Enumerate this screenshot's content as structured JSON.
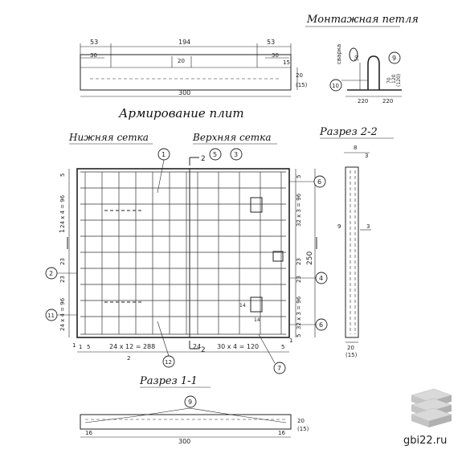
{
  "titles": {
    "mounting_loop": "Монтажная петля",
    "reinforcement": "Армирование плит",
    "bottom_mesh": "Нижняя сетка",
    "top_mesh": "Верхняя сетка",
    "section_22": "Разрез 2-2",
    "section_11": "Разрез 1-1"
  },
  "top_view": {
    "dim_53_left": "53",
    "dim_194": "194",
    "dim_53_right": "53",
    "dim_30_left": "30",
    "dim_30_right": "30",
    "dim_20_mid": "20",
    "dim_15": "15",
    "dim_20_right": "20",
    "dim_15_paren": "(15)",
    "dim_300": "300"
  },
  "loop": {
    "weld": "сварка",
    "d50": "50",
    "d70": "70",
    "d120": "120",
    "d120p": "(120)",
    "d220a": "220",
    "d220b": "220",
    "tag_9": "9",
    "tag_10": "10"
  },
  "plan": {
    "tags": {
      "t1": "1",
      "t2": "2",
      "t3": "3",
      "t4": "4",
      "t5": "5",
      "t6": "6",
      "t6b": "6",
      "t7": "7",
      "t11": "11",
      "t12": "12"
    },
    "section_mark_2_top": "2",
    "section_mark_2_bottom": "2",
    "section_mark_1": "1",
    "left_dims": {
      "d5": "5",
      "d24x4": "24 x 4 = 96",
      "d23a": "23",
      "d23b": "23",
      "d24x4b": "24 x 4 = 96",
      "d1": "1"
    },
    "right_dims": {
      "d5": "5",
      "d32x3": "32 x 3 = 96",
      "d23a": "23",
      "d23b": "23",
      "d32x3b": "32 x 3 = 96",
      "d5b": "5"
    },
    "bottom_dims": {
      "d1": "1",
      "d5": "5",
      "d24x12": "24 x 12 = 288",
      "d24": "24",
      "d30x4": "30 x 4 = 120",
      "d5b": "5",
      "d1b": "1",
      "d2": "2"
    },
    "inner_14a": "14",
    "inner_14b": "14",
    "dim_250": "250"
  },
  "section22": {
    "d8": "8",
    "d3": "3",
    "d3b": "3",
    "d9": "9",
    "d20": "20",
    "d15": "(15)"
  },
  "section11": {
    "tag_9": "9",
    "d20": "20",
    "d15": "(15)",
    "d16a": "16",
    "d16b": "16",
    "d300": "300"
  },
  "watermark": "gbi22.ru"
}
